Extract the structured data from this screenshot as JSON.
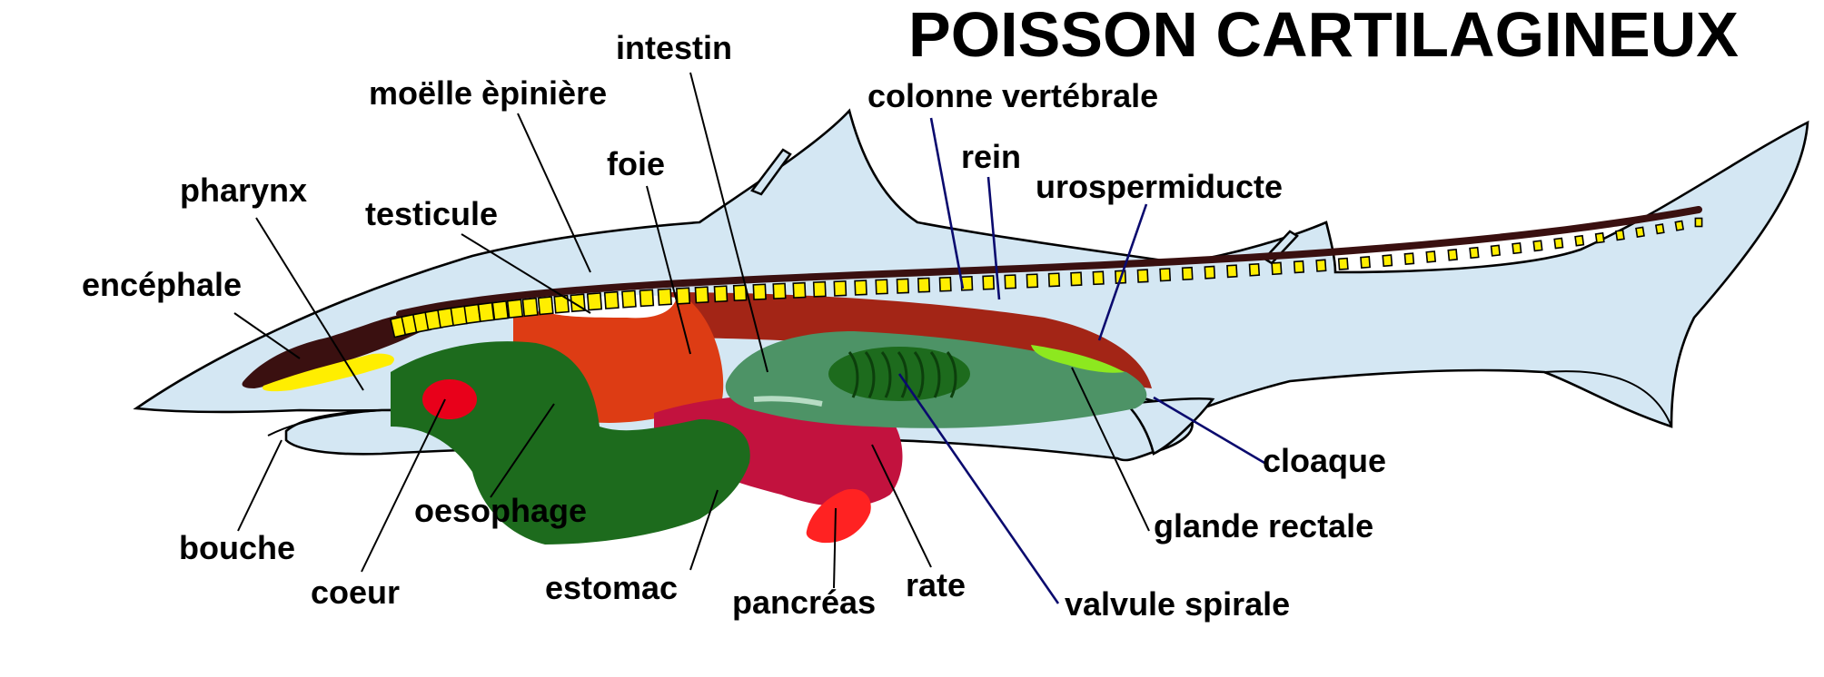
{
  "title": "POISSON CARTILAGINEUX",
  "labels": {
    "intestin": "intestin",
    "moelle_epiniere": "moëlle èpinière",
    "colonne_vertebrale": "colonne vertébrale",
    "rein": "rein",
    "urospermiducte": "urospermiducte",
    "foie": "foie",
    "pharynx": "pharynx",
    "testicule": "testicule",
    "encephale": "encéphale",
    "cloaque": "cloaque",
    "glande_rectale": "glande rectale",
    "oesophage": "oesophage",
    "bouche": "bouche",
    "coeur": "coeur",
    "estomac": "estomac",
    "pancreas": "pancréas",
    "rate": "rate",
    "valvule_spirale": "valvule spirale"
  },
  "colors": {
    "body": "#d4e7f3",
    "spine": "#ffee00",
    "brain": "#3a1010",
    "liver": "#dd3c14",
    "kidney": "#a32516",
    "stomach": "#1d6b1d",
    "intestine": "#4d9366",
    "spleen": "#c2123e",
    "heart": "#e8001a",
    "pancreas": "#ff2222",
    "rectal_gland": "#8de81f"
  }
}
